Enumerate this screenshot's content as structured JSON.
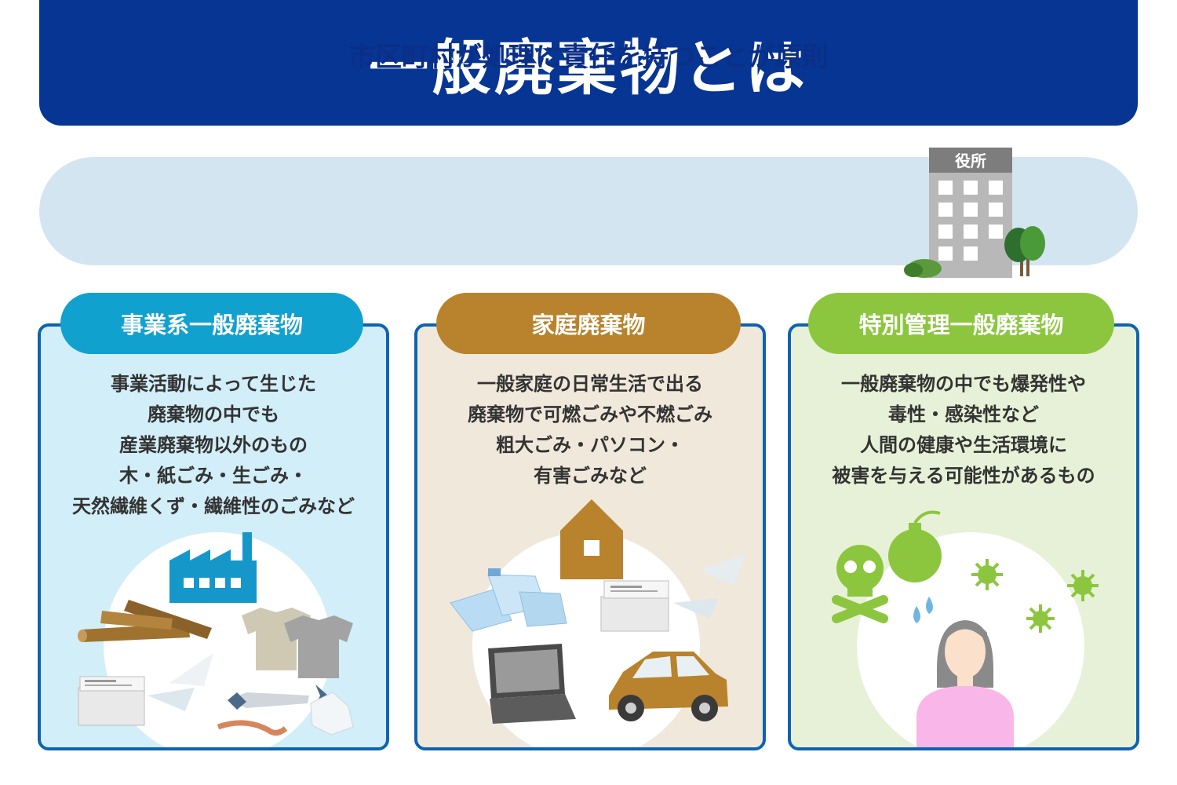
{
  "title": "一般廃棄物とは",
  "principle": {
    "text": "市区町村が処理に責任を持つことが原則",
    "building_label": "役所"
  },
  "cards": [
    {
      "label": "事業系一般廃棄物",
      "lines": [
        "事業活動によって生じた",
        "廃棄物の中でも",
        "産業廃棄物以外のもの",
        "木・紙ごみ・生ごみ・",
        "天然繊維くず・繊維性のごみなど"
      ],
      "icons": [
        "factory-icon",
        "wood-logs-icon",
        "t-shirt-icon",
        "paper-stack-icon",
        "fish-bone-icon",
        "tissue-icon"
      ]
    },
    {
      "label": "家庭廃棄物",
      "lines": [
        "一般家庭の日常生活で出る",
        "廃棄物で可燃ごみや不燃ごみ",
        "粗大ごみ・パソコン・",
        "有害ごみなど"
      ],
      "icons": [
        "house-icon",
        "plastic-bottle-icon",
        "paper-stack-icon",
        "laptop-icon",
        "car-icon"
      ]
    },
    {
      "label": "特別管理一般廃棄物",
      "lines": [
        "一般廃棄物の中でも爆発性や",
        "毒性・感染性など",
        "人間の健康や生活環境に",
        "被害を与える可能性があるもの"
      ],
      "icons": [
        "skull-crossbones-icon",
        "bomb-icon",
        "virus-icon",
        "person-icon"
      ]
    }
  ],
  "colors": {
    "banner": "#063594",
    "principle_bg": "#d4e5f2",
    "principle_text": "#0b2f86",
    "card_border": "#0d63b1",
    "card1_label": "#11a1cf",
    "card2_label": "#b8832c",
    "card3_label": "#8cc63f"
  }
}
